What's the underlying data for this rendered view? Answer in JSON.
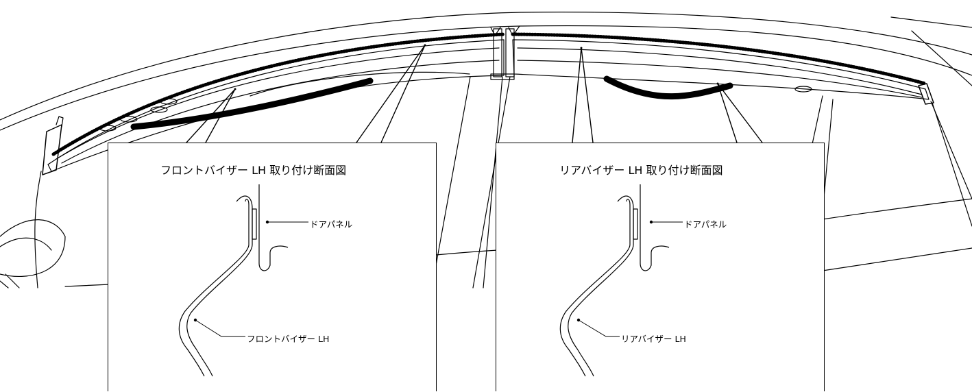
{
  "front_panel": {
    "title": "フロントバイザー LH 取り付け断面図",
    "door_panel_label": "ドアパネル",
    "visor_label": "フロントバイザー LH"
  },
  "rear_panel": {
    "title": "リアバイザー LH 取り付け断面図",
    "door_panel_label": "ドアパネル",
    "visor_label": "リアバイザー LH"
  },
  "colors": {
    "line": "#000000",
    "background": "#ffffff"
  }
}
